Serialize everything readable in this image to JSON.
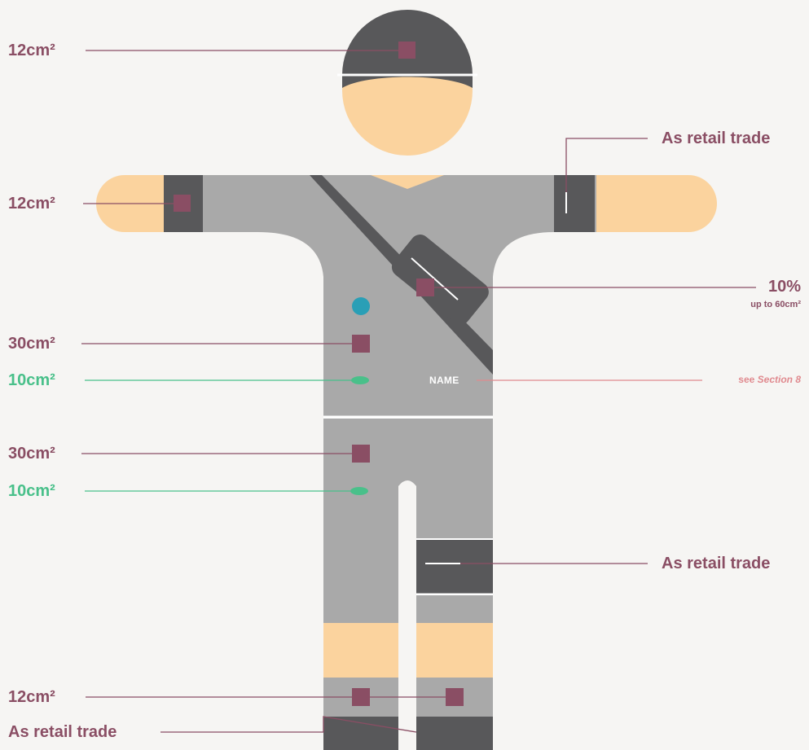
{
  "labels": {
    "cap": "12cm²",
    "arm_band_left": "12cm²",
    "arm_band_right": "As retail trade",
    "shoulder_bag_pct": "10%",
    "shoulder_bag_limit": "up to 60cm²",
    "chest_plum": "30cm²",
    "chest_green": "10cm²",
    "name_tag": "NAME",
    "name_ref_prefix": "see",
    "name_ref_section": "Section 8",
    "hip_plum": "30cm²",
    "hip_green": "10cm²",
    "thigh_pocket": "As retail trade",
    "shin": "12cm²",
    "boots": "As retail trade"
  },
  "colors": {
    "skin": "#fbd39e",
    "uniform": "#a9a9a9",
    "dark": "#58585a",
    "plum": "#8a4e64",
    "green": "#49c08a",
    "blue": "#2a9fb6",
    "salmon": "#e08a8f"
  }
}
